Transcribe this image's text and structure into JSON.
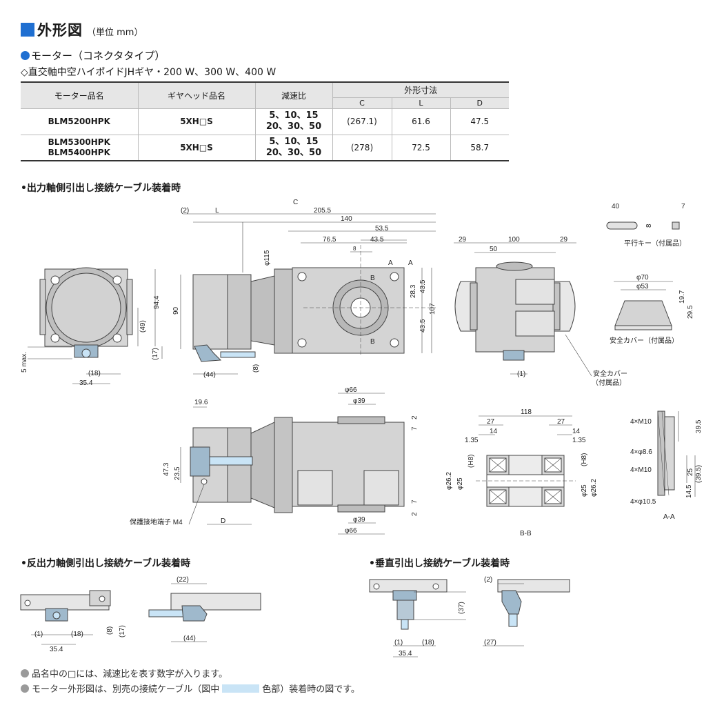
{
  "header": {
    "title": "外形図",
    "unit": "（単位 mm）"
  },
  "section": {
    "title": "モーター（コネクタタイプ）",
    "subtitle": "◇直交軸中空ハイポイドJHギヤ・200 W、300 W、400 W"
  },
  "table": {
    "headers": {
      "motor": "モーター品名",
      "gear": "ギヤヘッド品名",
      "ratio": "減速比",
      "dims": "外形寸法",
      "c": "C",
      "l": "L",
      "d": "D"
    },
    "rows": [
      {
        "motor1": "BLM5200HPK",
        "motor2": "",
        "gear": "5XH□S",
        "ratio1": "5、10、15",
        "ratio2": "20、30、50",
        "c": "(267.1)",
        "l": "61.6",
        "d": "47.5"
      },
      {
        "motor1": "BLM5300HPK",
        "motor2": "BLM5400HPK",
        "gear": "5XH□S",
        "ratio1": "5、10、15",
        "ratio2": "20、30、50",
        "c": "(278)",
        "l": "72.5",
        "d": "58.7"
      }
    ]
  },
  "headings": {
    "output_side": "•出力軸側引出し接続ケーブル装着時",
    "opposite_side": "•反出力軸側引出し接続ケーブル装着時",
    "vertical": "•垂直引出し接続ケーブル装着時"
  },
  "dims": {
    "c": "C",
    "l": "L",
    "d": "D",
    "two": "(2)",
    "d205": "205.5",
    "d140": "140",
    "d53": "53.5",
    "d76": "76.5",
    "d43a": "43.5",
    "d8tol": "8",
    "phi115": "φ115",
    "d90": "90",
    "d283": "28.3",
    "d435a": "43.5",
    "d435b": "43.5",
    "d107": "107",
    "a_mark": "A",
    "b_mark": "B",
    "d44": "(44)",
    "d8p": "(8)",
    "d944": "94.4",
    "d49": "(49)",
    "d17": "(17)",
    "d5max": "5 max.",
    "d18": "(18)",
    "d354": "35.4",
    "d29a": "29",
    "d100": "100",
    "d29b": "29",
    "d50": "50",
    "d1": "(1)",
    "d40": "40",
    "d8k": "8",
    "d7k": "7",
    "key_label": "平行キー（付属品）",
    "phi70": "φ70",
    "phi53": "φ53",
    "d197": "19.7",
    "d295": "29.5",
    "cover_label": "安全カバー（付属品）",
    "cover_label2a": "安全カバー",
    "cover_label2b": "（付属品）",
    "d196": "19.6",
    "phi66a": "φ66",
    "phi39a": "φ39",
    "d2a": "2",
    "d7a": "7",
    "d473": "47.3",
    "d235": "23.5",
    "terminal": "保護接地端子 M4",
    "phi39b": "φ39",
    "phi66b": "φ66",
    "d7b": "7",
    "d2b": "2",
    "d118": "118",
    "d27a": "27",
    "d27b": "27",
    "d14a": "14",
    "d14b": "14",
    "d135a": "1.35",
    "d135b": "1.35",
    "phi262a": "φ26.2",
    "phi25a": "φ25",
    "phi25b": "φ25",
    "phi262b": "φ26.2",
    "h8": "(H8)",
    "bb": "B-B",
    "m10a": "4×M10",
    "phi86": "4×φ8.6",
    "m10b": "4×M10",
    "phi105": "4×φ10.5",
    "d395a": "39.5",
    "d25": "25",
    "d395b": "(39.5)",
    "d145": "14.5",
    "aa": "A-A",
    "o_d22": "(22)",
    "o_d1": "(1)",
    "o_d18": "(18)",
    "o_d354": "35.4",
    "o_d8": "(8)",
    "o_d17": "(17)",
    "o_d44": "(44)",
    "v_d37": "(37)",
    "v_d1": "(1)",
    "v_d18": "(18)",
    "v_d354": "35.4",
    "v_d2": "(2)",
    "v_d27": "(27)"
  },
  "notes": {
    "n1": "品名中の□には、減速比を表す数字が入ります。",
    "n2a": "モーター外形図は、別売の接続ケーブル（図中",
    "n2b": "色部）装着時の図です。"
  },
  "colors": {
    "accent": "#1f6fd1",
    "cable": "#c9e4f6",
    "body": "#d4d4d4",
    "line": "#444444"
  }
}
